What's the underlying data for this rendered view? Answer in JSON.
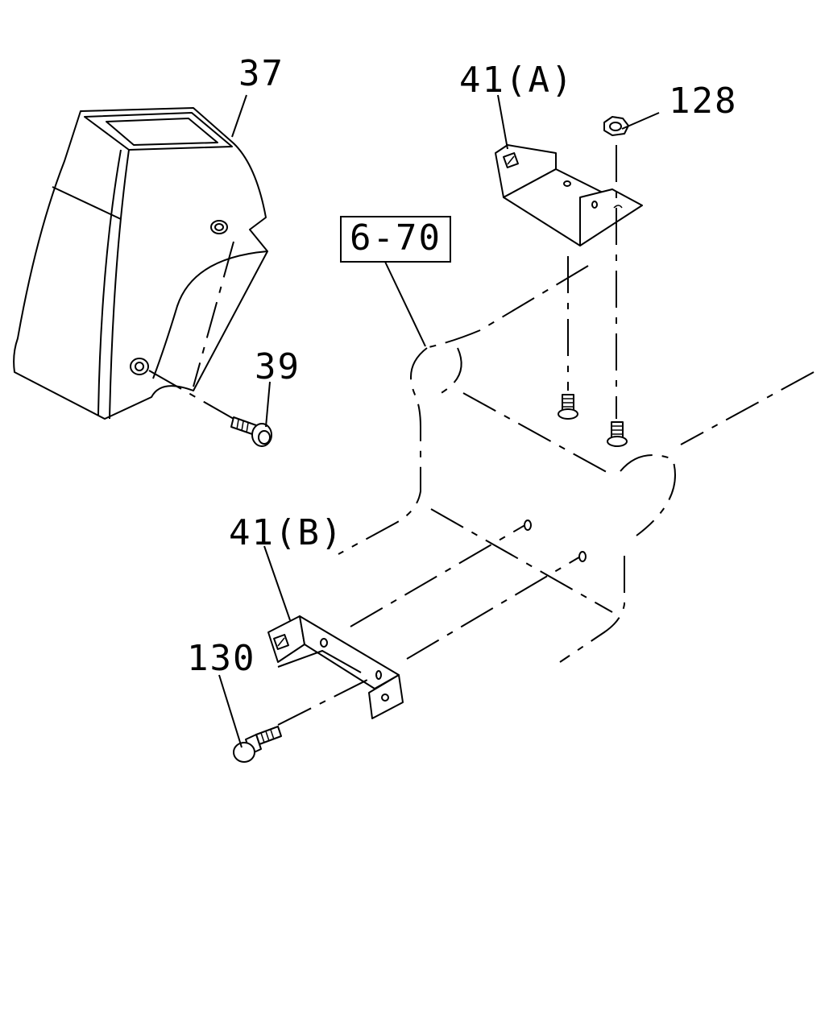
{
  "diagram": {
    "callouts": [
      {
        "id": "p37",
        "text": "37"
      },
      {
        "id": "p39",
        "text": "39"
      },
      {
        "id": "p41a",
        "text": "41(A)"
      },
      {
        "id": "p128",
        "text": "128"
      },
      {
        "id": "p41b",
        "text": "41(B)"
      },
      {
        "id": "p130",
        "text": "130"
      }
    ],
    "reference": {
      "text": "6-70"
    }
  }
}
